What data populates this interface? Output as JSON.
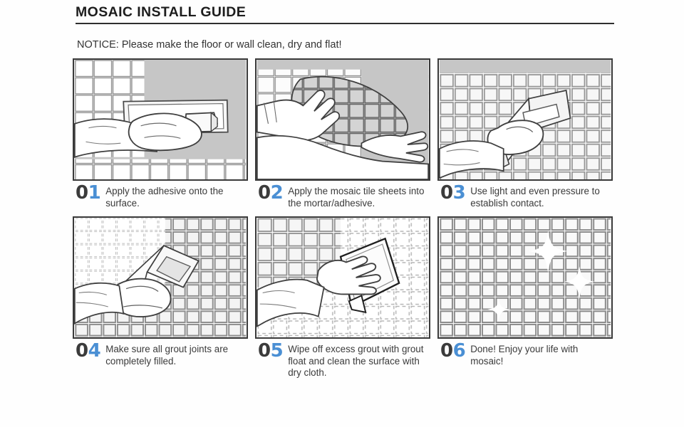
{
  "header": {
    "title": "MOSAIC INSTALL GUIDE",
    "notice": "NOTICE: Please make the floor or wall clean, dry and flat!"
  },
  "colors": {
    "accent_blue": "#4a8fd4",
    "number_dark": "#3b3b3b",
    "text": "#3a3a3a",
    "panel_border": "#3a3a3a",
    "wall_gray": "#c8c8c8",
    "tile_line": "#8c8c8c"
  },
  "steps": [
    {
      "num_zero": "0",
      "num_digit": "1",
      "number": "01",
      "text": "Apply the adhesive onto the surface.",
      "illustration": "hand-with-trowel-spreading-adhesive-on-gray-wall"
    },
    {
      "num_zero": "0",
      "num_digit": "2",
      "number": "02",
      "text": "Apply the mosaic tile sheets into the mortar/adhesive.",
      "illustration": "two-hands-pressing-mosaic-sheet-onto-wall"
    },
    {
      "num_zero": "0",
      "num_digit": "3",
      "number": "03",
      "text": "Use light and even pressure to establish contact.",
      "illustration": "hand-with-grout-float-pressing-tiles"
    },
    {
      "num_zero": "0",
      "num_digit": "4",
      "number": "04",
      "text": "Make sure all grout joints are completely filled.",
      "illustration": "hand-with-float-filling-grout-joints"
    },
    {
      "num_zero": "0",
      "num_digit": "5",
      "number": "05",
      "text": "Wipe off excess grout with grout float and clean the surface with dry cloth.",
      "illustration": "hand-wiping-tiles-with-cloth"
    },
    {
      "num_zero": "0",
      "num_digit": "6",
      "number": "06",
      "text": "Done! Enjoy your life with mosaic!",
      "illustration": "finished-clean-tile-wall-with-sparkles"
    }
  ]
}
